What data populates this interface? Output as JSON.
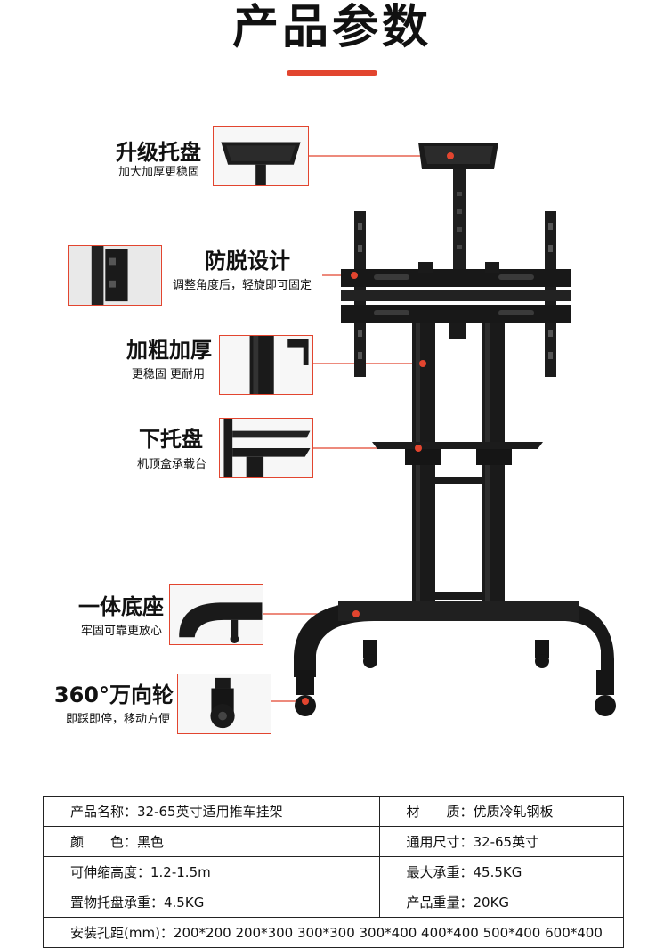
{
  "title": "产品参数",
  "accent_color": "#e2452f",
  "features": [
    {
      "title": "升级托盘",
      "subtitle": "加大加厚更稳固"
    },
    {
      "title": "防脱设计",
      "subtitle": "调整角度后，轻旋即可固定"
    },
    {
      "title": "加粗加厚",
      "subtitle": "更稳固 更耐用"
    },
    {
      "title": "下托盘",
      "subtitle": "机顶盒承载台"
    },
    {
      "title": "一体底座",
      "subtitle": "牢固可靠更放心"
    },
    {
      "title": "360°万向轮",
      "subtitle": "即踩即停，移动方便"
    }
  ],
  "specs": {
    "rows": [
      [
        "产品名称：32-65英寸适用推车挂架",
        "材　　质：优质冷轧钢板"
      ],
      [
        "颜　　色：黑色",
        "通用尺寸：32-65英寸"
      ],
      [
        "可伸缩高度：1.2-1.5m",
        "最大承重：45.5KG"
      ],
      [
        "置物托盘承重：4.5KG",
        "产品重量：20KG"
      ]
    ],
    "last_row": "安装孔距(mm)：200*200 200*300 300*300 300*400 400*400 500*400 600*400"
  }
}
